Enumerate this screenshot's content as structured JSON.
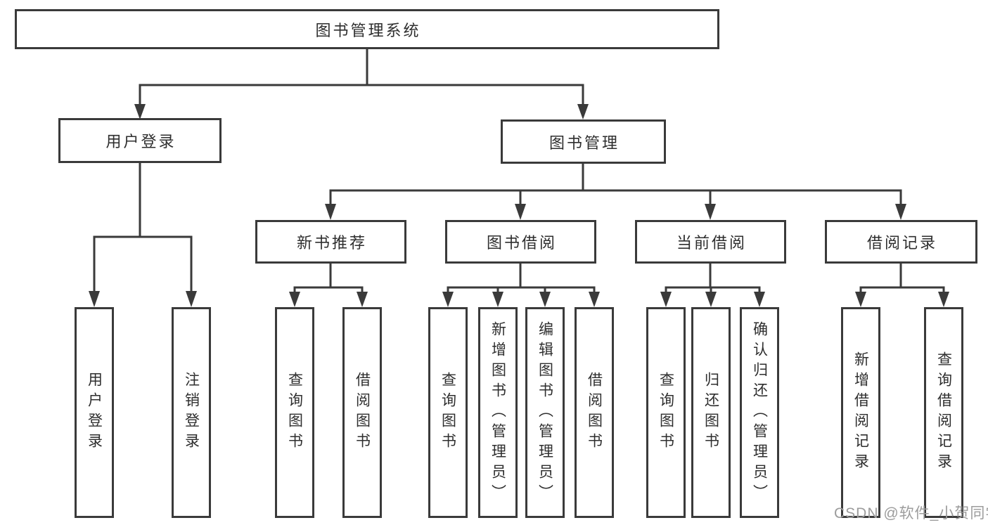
{
  "diagram": {
    "root": {
      "label": "图书管理系统"
    },
    "branches": [
      {
        "label": "用户登录",
        "children": [
          {
            "label": "用户登录"
          },
          {
            "label": "注销登录"
          }
        ]
      },
      {
        "label": "图书管理",
        "children": [
          {
            "label": "新书推荐",
            "children": [
              {
                "label": "查询图书"
              },
              {
                "label": "借阅图书"
              }
            ]
          },
          {
            "label": "图书借阅",
            "children": [
              {
                "label": "查询图书"
              },
              {
                "label": "新增图书（管理员）"
              },
              {
                "label": "编辑图书（管理员）"
              },
              {
                "label": "借阅图书"
              }
            ]
          },
          {
            "label": "当前借阅",
            "children": [
              {
                "label": "查询图书"
              },
              {
                "label": "归还图书"
              },
              {
                "label": "确认归还（管理员）"
              }
            ]
          },
          {
            "label": "借阅记录",
            "children": [
              {
                "label": "新增借阅记录"
              },
              {
                "label": "查询借阅记录"
              }
            ]
          }
        ]
      }
    ],
    "watermark": "CSDN @软件_小贺同学",
    "colors": {
      "line": "#3a3a3a",
      "text": "#2e2e2e",
      "watermark": "#9c9c9c",
      "background": "#ffffff"
    }
  }
}
